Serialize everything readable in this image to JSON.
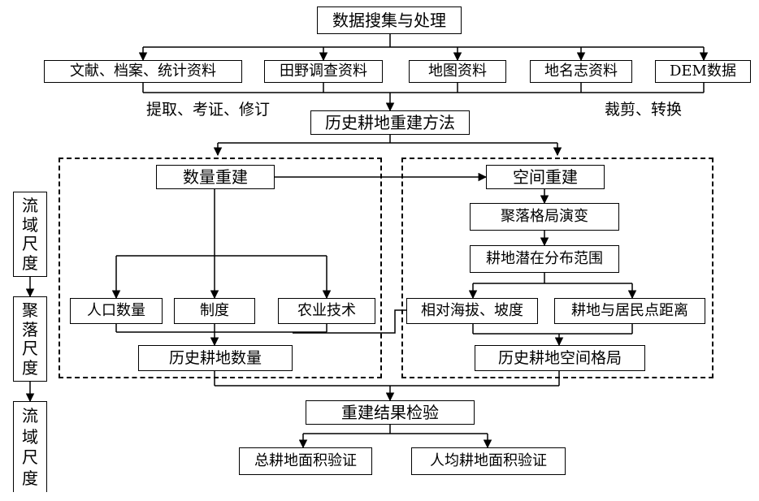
{
  "top": "数据搜集与处理",
  "sources": [
    "文献、档案、统计资料",
    "田野调查资料",
    "地图资料",
    "地名志资料",
    "DEM数据"
  ],
  "note_left": "提取、考证、修订",
  "note_right": "裁剪、转换",
  "method": "历史耕地重建方法",
  "quantity": {
    "title": "数量重建",
    "factors": [
      "人口数量",
      "制度",
      "农业技术"
    ],
    "result": "历史耕地数量"
  },
  "spatial": {
    "title": "空间重建",
    "settlement": "聚落格局演变",
    "potential": "耕地潜在分布范围",
    "factors": [
      "相对海拔、坡度",
      "耕地与居民点距离"
    ],
    "result": "历史耕地空间格局"
  },
  "validation": {
    "title": "重建结果检验",
    "items": [
      "总耕地面积验证",
      "人均耕地面积验证"
    ]
  },
  "scales": [
    [
      "流",
      "域",
      "尺",
      "度"
    ],
    [
      "聚",
      "落",
      "尺",
      "度"
    ],
    [
      "流",
      "域",
      "尺",
      "度"
    ]
  ]
}
